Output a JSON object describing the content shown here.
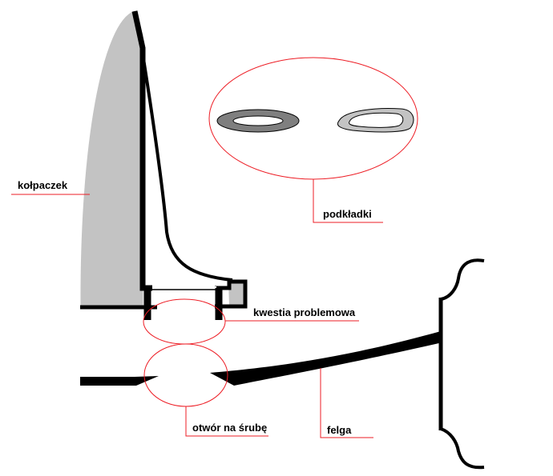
{
  "labels": {
    "cap": "kołpaczek",
    "washers": "podkładki",
    "issue": "kwestia problemowa",
    "bolt_hole": "otwór na śrubę",
    "rim": "felga"
  },
  "colors": {
    "outline": "#000000",
    "cap_fill": "#c3c3c3",
    "washer_dark": "#7f7f7f",
    "washer_light": "#c3c3c3",
    "callout": "#ed1c24",
    "background": "#ffffff"
  }
}
